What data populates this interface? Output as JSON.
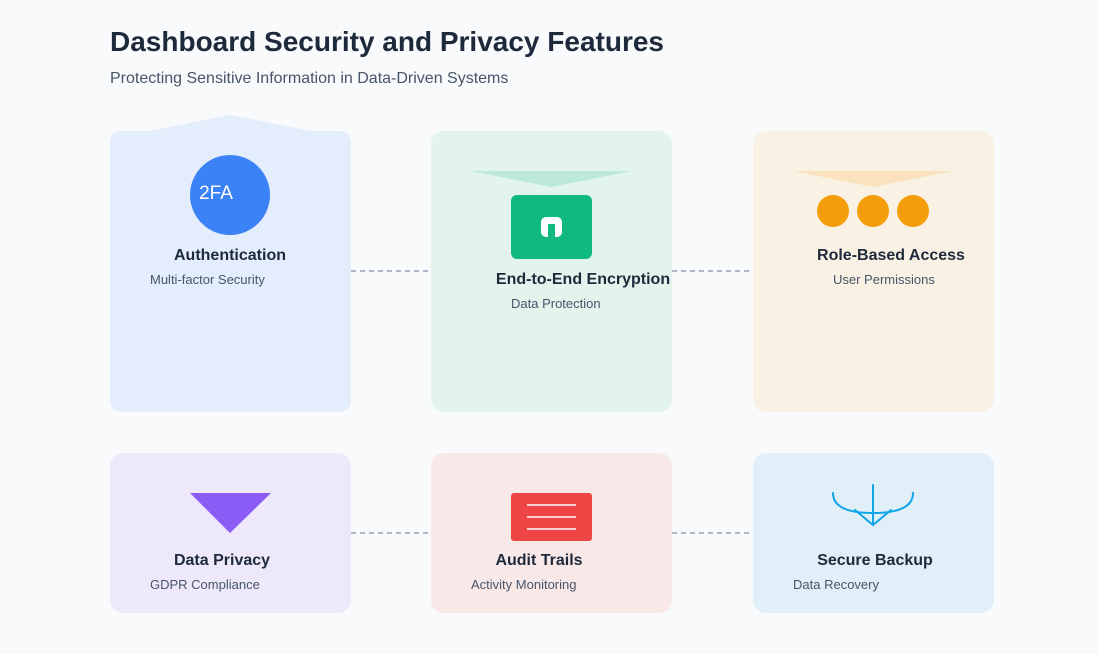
{
  "header": {
    "title": "Dashboard Security and Privacy Features",
    "subtitle": "Protecting Sensitive Information in Data-Driven Systems"
  },
  "features": [
    {
      "id": "authentication",
      "title": "Authentication",
      "description": "Multi-factor Security",
      "icon": "two-factor-badge-icon",
      "badge": "2FA",
      "card_color": "#e3edfb",
      "accent_color": "#3b82f6"
    },
    {
      "id": "encryption",
      "title": "End-to-End Encryption",
      "description": "Data Protection",
      "icon": "lock-icon",
      "card_color": "#e2f4ec",
      "accent_color": "#10b981"
    },
    {
      "id": "role-based-access",
      "title": "Role-Based Access",
      "description": "User Permissions",
      "icon": "users-icon",
      "card_color": "#faf1e5",
      "accent_color": "#f59e0b"
    },
    {
      "id": "data-privacy",
      "title": "Data Privacy",
      "description": "GDPR Compliance",
      "icon": "shield-icon",
      "card_color": "#ede9fa",
      "accent_color": "#8b5cf6"
    },
    {
      "id": "audit-trails",
      "title": "Audit Trails",
      "description": "Activity Monitoring",
      "icon": "log-document-icon",
      "card_color": "#f9e8e8",
      "accent_color": "#ef4444"
    },
    {
      "id": "secure-backup",
      "title": "Secure Backup",
      "description": "Data Recovery",
      "icon": "backup-icon",
      "card_color": "#e1eff9",
      "accent_color": "#0ea5e9"
    }
  ]
}
